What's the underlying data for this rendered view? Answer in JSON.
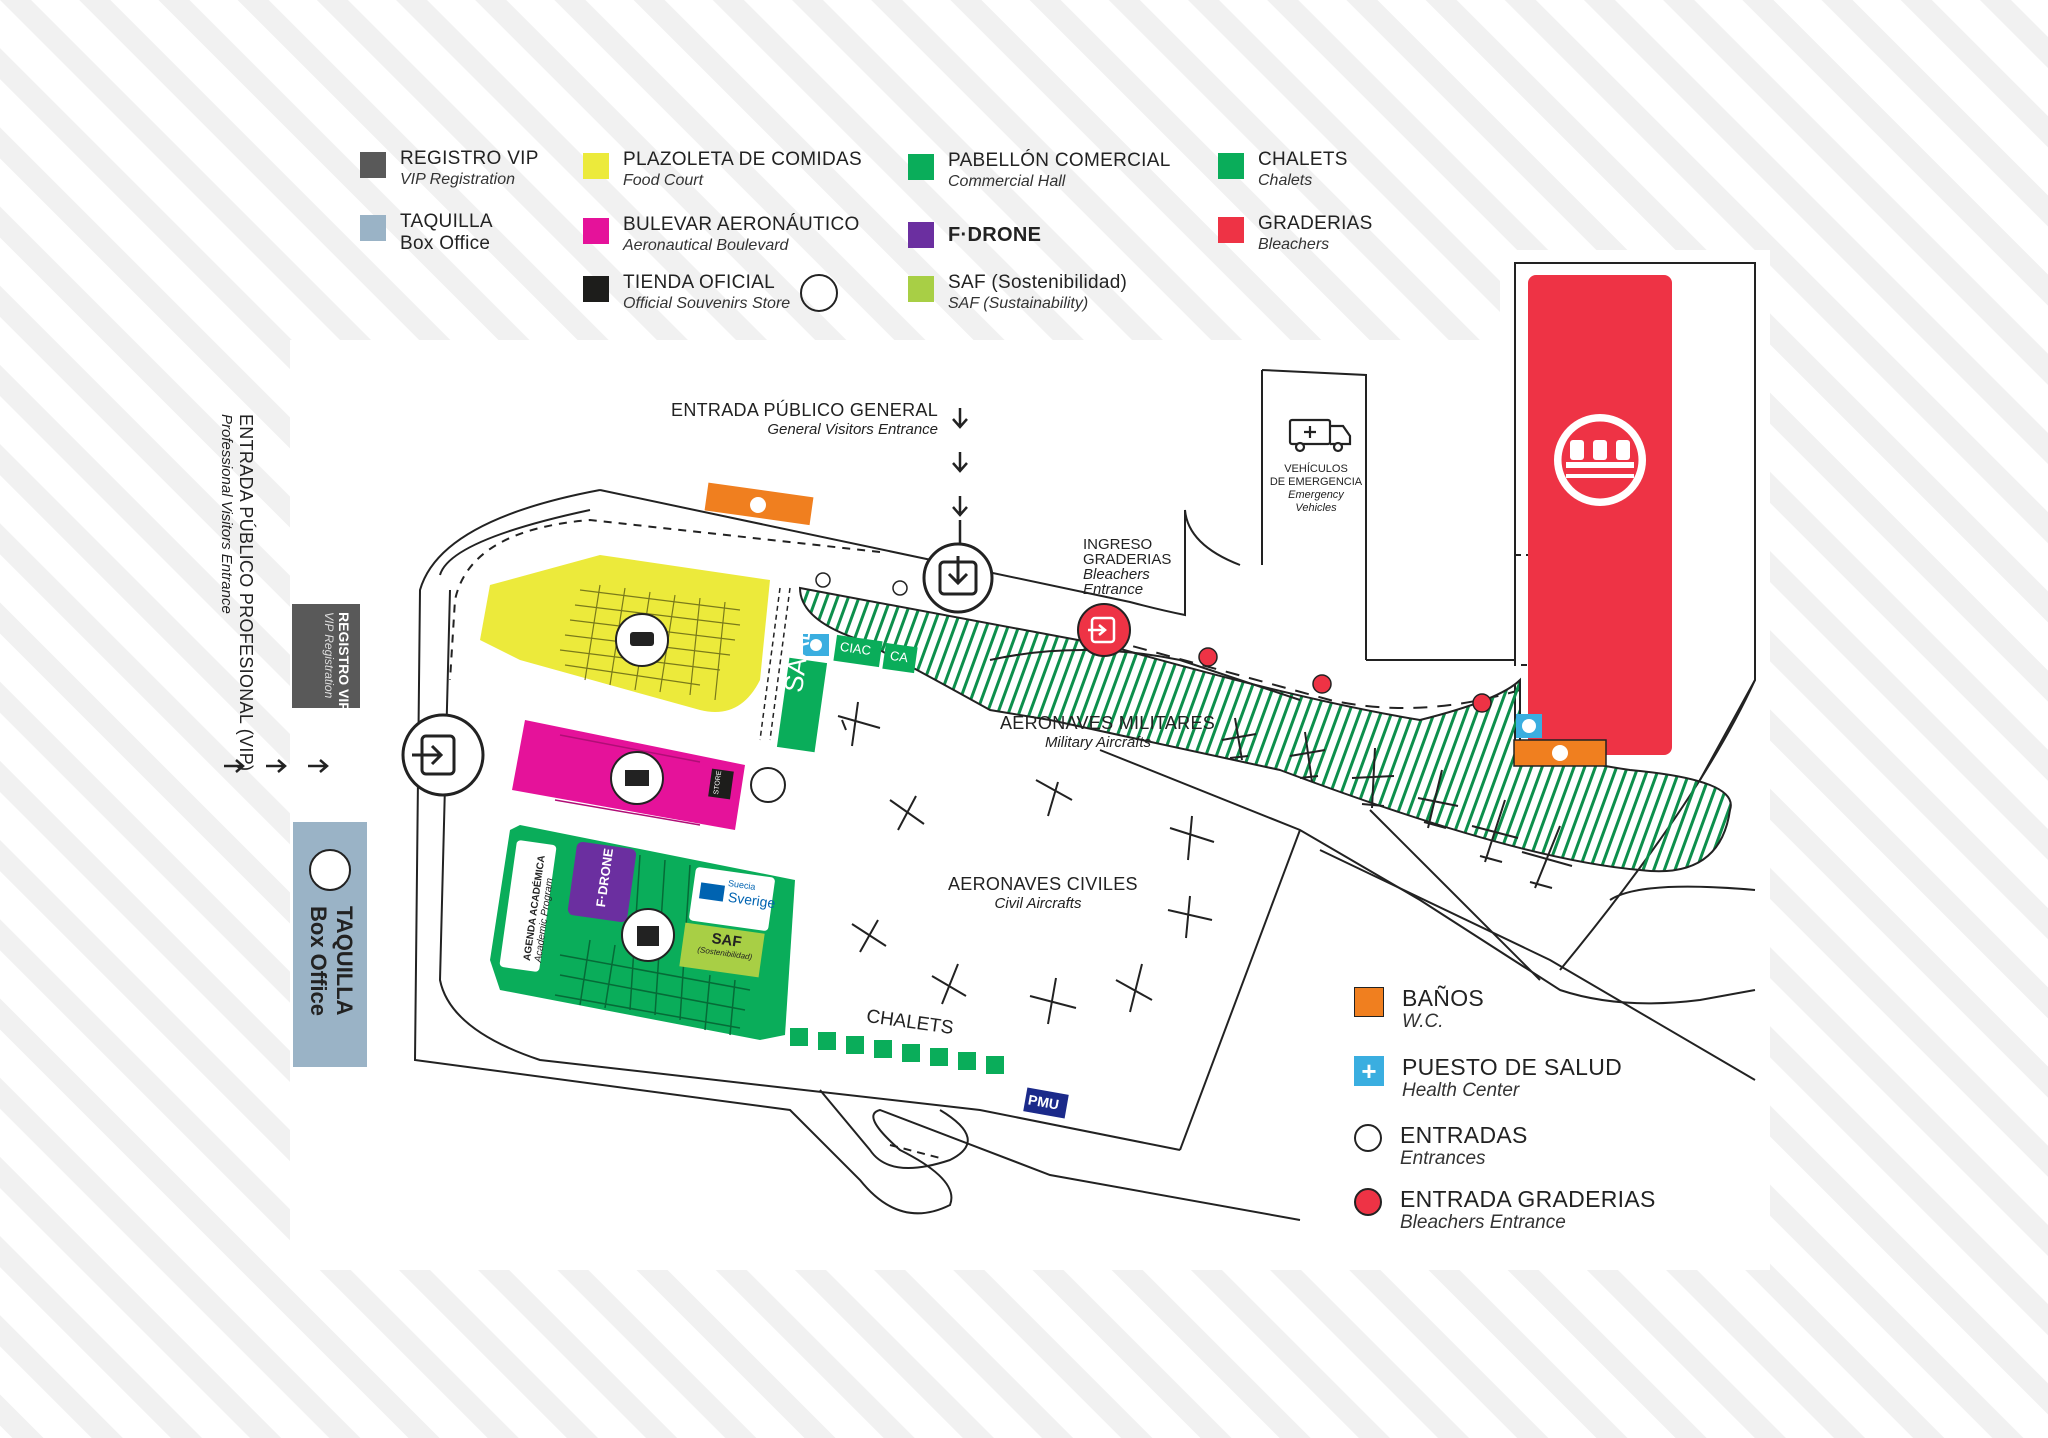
{
  "legend": [
    {
      "main": "REGISTRO VIP",
      "sub": "VIP Registration",
      "color": "#595959"
    },
    {
      "main": "TAQUILLA",
      "sub": "Box Office",
      "color": "#9ab3c6"
    },
    {
      "main": "PLAZOLETA DE COMIDAS",
      "sub": "Food Court",
      "color": "#ecea3b"
    },
    {
      "main": "BULEVAR AERONÁUTICO",
      "sub": "Aeronautical Boulevard",
      "color": "#e5129a"
    },
    {
      "main": "TIENDA OFICIAL",
      "sub": "Official Souvenirs Store",
      "color": "#1d1d1b"
    },
    {
      "main": "PABELLÓN COMERCIAL",
      "sub": "Commercial Hall",
      "color": "#0aad5a"
    },
    {
      "main": "F·DRONE",
      "sub": "",
      "color": "#6b2fa0"
    },
    {
      "main": "SAF (Sostenibilidad)",
      "sub": "SAF (Sustainability)",
      "color": "#a8cf45"
    },
    {
      "main": "CHALETS",
      "sub": "Chalets",
      "color": "#0aad5a"
    },
    {
      "main": "GRADERIAS",
      "sub": "Bleachers",
      "color": "#ee3345"
    }
  ],
  "labels": {
    "general_entrance": {
      "main": "ENTRADA PÚBLICO GENERAL",
      "sub": "General Visitors Entrance"
    },
    "vip_entrance": {
      "main": "ENTRADA PÚBLICO PROFESIONAL (VIP)",
      "sub": "Professional Visitors Entrance"
    },
    "vip_registration": {
      "main": "REGISTRO VIP",
      "sub": "VIP Registration"
    },
    "box_office": {
      "main": "TAQUILLA",
      "sub": "Box Office"
    },
    "bleachers_entry": {
      "main1": "INGRESO",
      "main2": "GRADERIAS",
      "sub1": "Bleachers",
      "sub2": "Entrance"
    },
    "emergency": {
      "line1": "VEHÍCULOS",
      "line2": "DE EMERGENCIA",
      "sub1": "Emergency",
      "sub2": "Vehicles"
    },
    "military": {
      "main": "AERONAVES MILITARES",
      "sub": "Military Aircrafts"
    },
    "civil": {
      "main": "AERONAVES CIVILES",
      "sub": "Civil Aircrafts"
    },
    "chalets": "CHALETS",
    "pmu": "PMU",
    "saab": "SAAB",
    "ciac": "CIAC",
    "ca": "CA",
    "academic_main": "AGENDA ACADÉMICA",
    "academic_sub": "Academic Program",
    "fdrone": "F·DRONE",
    "sverige_top": "Suecia",
    "sverige_main": "Sverige",
    "saf_main": "SAF",
    "saf_sub": "(Sostenibilidad)",
    "store_tag": "STORE"
  },
  "bottom_legend": [
    {
      "main": "BAÑOS",
      "sub": "W.C.",
      "icon": "restroom-icon",
      "color": "#f07f1f"
    },
    {
      "main": "PUESTO DE SALUD",
      "sub": "Health Center",
      "icon": "health-cross-icon",
      "color": "#3aaee0"
    },
    {
      "main": "ENTRADAS",
      "sub": "Entrances",
      "icon": "entrance-icon",
      "color": "#ffffff"
    },
    {
      "main": "ENTRADA GRADERIAS",
      "sub": "Bleachers Entrance",
      "icon": "bleachers-entrance-icon",
      "color": "#ee3345"
    }
  ]
}
